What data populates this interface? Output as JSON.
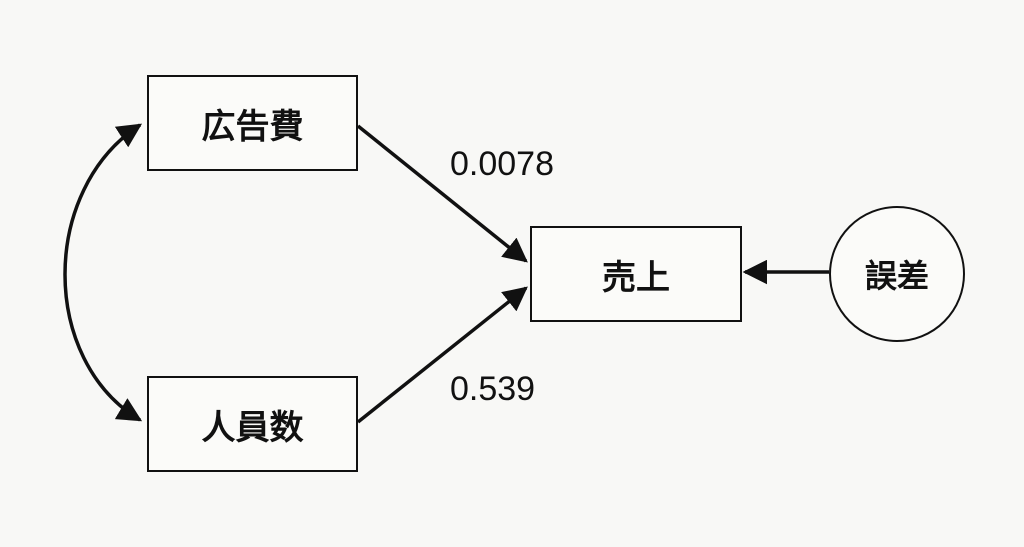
{
  "nodes": {
    "ad_cost": "広告費",
    "staff_count": "人員数",
    "sales": "売上",
    "error": "誤差"
  },
  "paths": {
    "ad_cost_to_sales": "0.0078",
    "staff_count_to_sales": "0.539"
  },
  "colors": {
    "line": "#111111",
    "background": "#f8f8f6"
  }
}
